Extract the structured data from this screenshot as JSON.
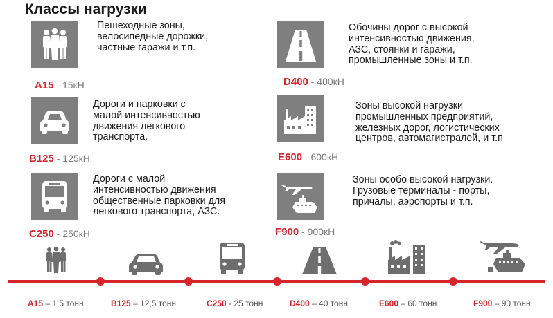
{
  "title": "Классы нагрузки",
  "cards": [
    {
      "id": "a15",
      "icon": "pedestrians-icon",
      "code": "A15",
      "value": " - 15кН",
      "text": "Пешеходные зоны,\nвелосипедные дорожки,\nчастные   гаражи  и   т.п."
    },
    {
      "id": "b125",
      "icon": "car-icon",
      "code": "B125",
      "value": " - 125кН",
      "text": "Дороги и парковки с\nмалой интенсивностью\nдвижения легкового\nтранспорта."
    },
    {
      "id": "c250",
      "icon": "bus-icon",
      "code": "C250",
      "value": " - 250кН",
      "text": "Дороги  с малой\nинтенсивностью движения\nобщественные парковки для\nлегкового транспорта, АЗС."
    },
    {
      "id": "d400",
      "icon": "road-icon",
      "code": "D400",
      "value": " - 400кН",
      "text": "Обочины дорог с высокой\nинтенсивностью движения,\nАЗС, стоянки и гаражи,\nпромышленные зоны и т.п."
    },
    {
      "id": "e600",
      "icon": "factory-icon",
      "code": "E600",
      "value": " - 600кН",
      "text": "Зоны  высокой нагрузки\nпромышленных предприятий,\nжелезных дорог, логистических\nцентров, автомагистралей, и т.п"
    },
    {
      "id": "f900",
      "icon": "plane-ship-icon",
      "code": "F900",
      "value": " - 900кН",
      "text": "Зоны особо высокой нагрузки.\nГрузовые  терминалы - порты,\nпричалы, аэропорты и т.п."
    }
  ],
  "timeline": [
    {
      "code": "A15",
      "value": " – 1,5 тонн",
      "icon": "pedestrians-icon"
    },
    {
      "code": "B125",
      "value": " – 12,5 тонн",
      "icon": "car-icon"
    },
    {
      "code": "C250",
      "value": " - 25 тонн",
      "icon": "bus-icon"
    },
    {
      "code": "D400",
      "value": " – 40 тонн",
      "icon": "road-icon"
    },
    {
      "code": "E600",
      "value": " – 60 тонн",
      "icon": "factory-icon"
    },
    {
      "code": "F900",
      "value": " – 90 тонн",
      "icon": "plane-ship-icon"
    }
  ],
  "colors": {
    "accent": "#d7262b",
    "icon_bg": "#7f7f7f",
    "icon_fg": "#ffffff",
    "timeline_icon": "#6e6e6e"
  }
}
